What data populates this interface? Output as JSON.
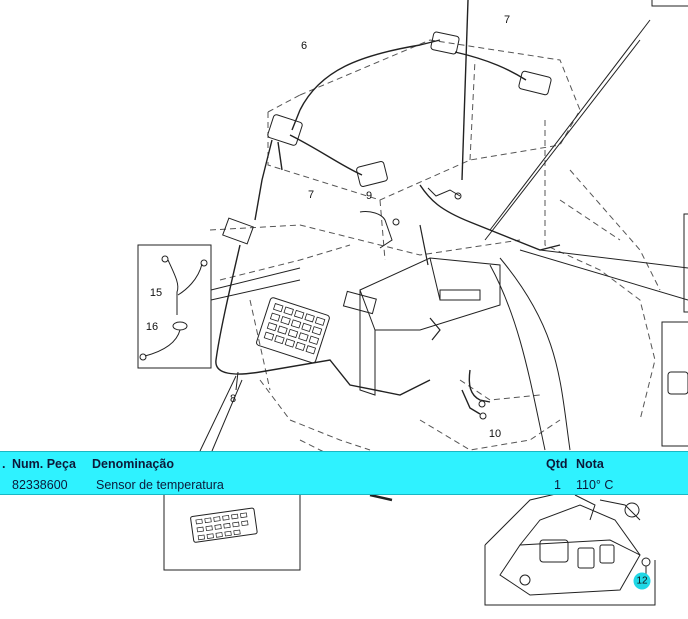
{
  "diagram": {
    "callouts": {
      "c6": "6",
      "c7_top": "7",
      "c7_mid": "7",
      "c9": "9",
      "c15": "15",
      "c16": "16",
      "c8": "8",
      "c10": "10",
      "c12": "12"
    },
    "highlight_color": "#20d8e6"
  },
  "parts_table": {
    "columns": {
      "index": ".",
      "part_number": "Num. Peça",
      "description": "Denominação",
      "quantity": "Qtd",
      "note": "Nota"
    },
    "rows": [
      {
        "part_number": "82338600",
        "description": "Sensor de temperatura",
        "quantity": "1",
        "note": "110° C"
      }
    ],
    "background": "#2ff2ff"
  }
}
